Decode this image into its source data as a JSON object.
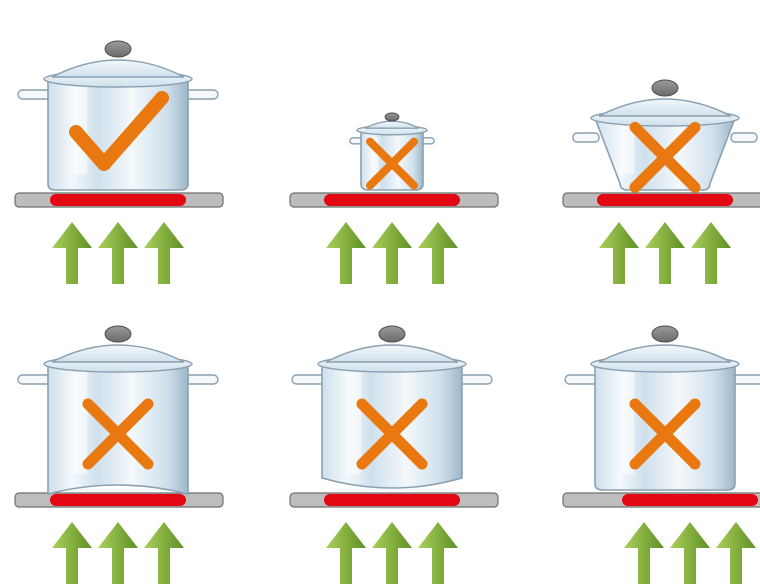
{
  "title": "",
  "colors": {
    "burner": "#e30613",
    "plate_fill": "#bdbdbd",
    "plate_stroke": "#6f6f6f",
    "arrow_light": "#a9d05a",
    "arrow_dark": "#5f8f25",
    "check": "#e8780f",
    "cross": "#e8780f",
    "glass_light": "#f4f8fb",
    "glass_mid": "#cfe0ec",
    "glass_dark": "#9fb6c7",
    "outline": "#8aa0b2",
    "knob": "#6b6b6b"
  },
  "panels": [
    {
      "id": "correct-size-pot",
      "pot_shape": "straight",
      "pot_size": "matching",
      "mark": "check",
      "burner_alignment": "centered"
    },
    {
      "id": "pot-too-small",
      "pot_shape": "straight",
      "pot_size": "small",
      "mark": "cross",
      "burner_alignment": "centered"
    },
    {
      "id": "tapered-pot",
      "pot_shape": "tapered",
      "pot_size": "matching",
      "mark": "cross",
      "burner_alignment": "centered"
    },
    {
      "id": "concave-bottom-pot",
      "pot_shape": "concave-bottom",
      "pot_size": "matching",
      "mark": "cross",
      "burner_alignment": "centered"
    },
    {
      "id": "convex-bottom-pot",
      "pot_shape": "convex-bottom",
      "pot_size": "matching",
      "mark": "cross",
      "burner_alignment": "centered"
    },
    {
      "id": "off-center-pot",
      "pot_shape": "straight",
      "pot_size": "matching",
      "mark": "cross",
      "burner_alignment": "pot-offset-left"
    }
  ]
}
